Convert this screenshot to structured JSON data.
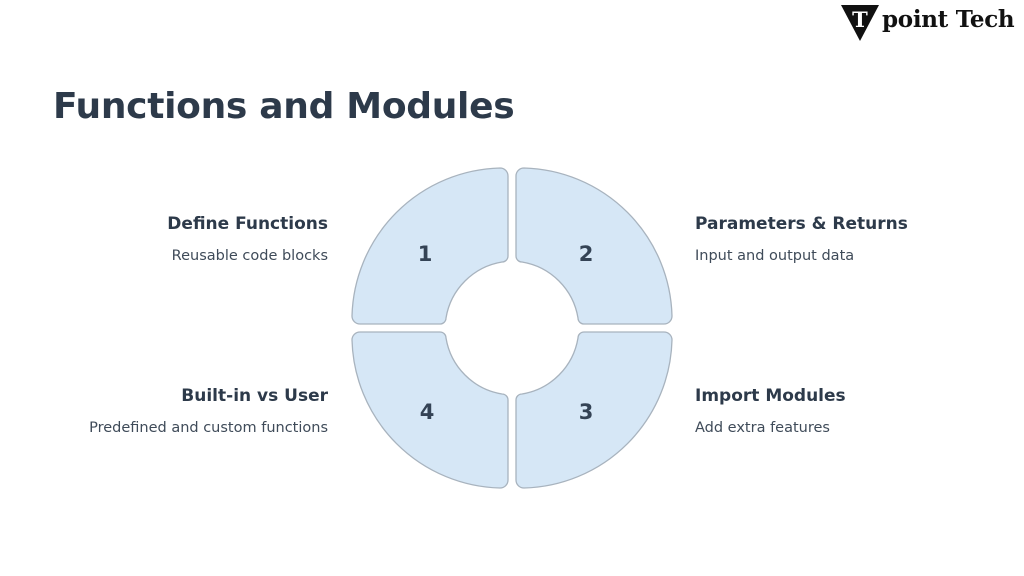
{
  "brand": {
    "mark_letter": "T",
    "name": "point Tech"
  },
  "title": "Functions and Modules",
  "steps": [
    {
      "number": "1",
      "heading": "Define Functions",
      "description": "Reusable code blocks"
    },
    {
      "number": "2",
      "heading": "Parameters & Returns",
      "description": "Input and output data"
    },
    {
      "number": "3",
      "heading": "Import Modules",
      "description": "Add extra features"
    },
    {
      "number": "4",
      "heading": "Built-in vs User",
      "description": "Predefined and custom functions"
    }
  ],
  "colors": {
    "segment_fill": "#d6e7f6",
    "segment_stroke": "#a8b3be",
    "heading": "#2d3a4a"
  }
}
